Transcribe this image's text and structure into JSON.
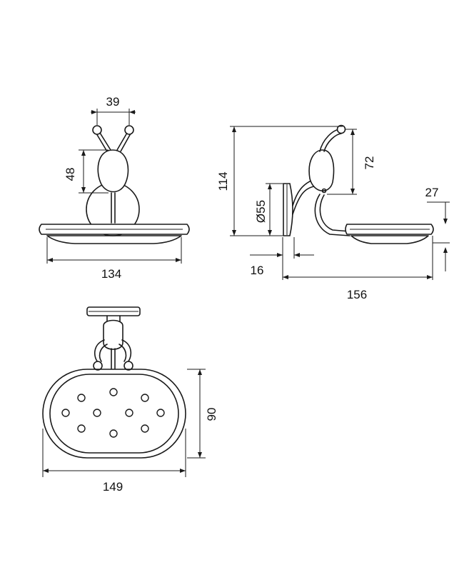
{
  "dimensions": {
    "front_top_width": "39",
    "front_height": "48",
    "front_width": "134",
    "side_height": "114",
    "side_arm_height": "72",
    "side_diameter": "Ø55",
    "side_thickness": "16",
    "side_depth": "156",
    "side_dish_height": "27",
    "top_depth": "90",
    "top_width": "149"
  }
}
